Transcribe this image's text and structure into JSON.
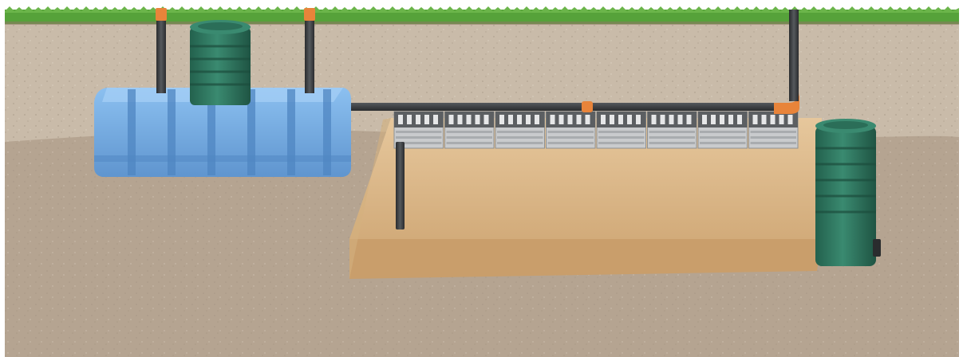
{
  "scene": {
    "components": [
      {
        "id": "septic-tank",
        "color": "#79aee3"
      },
      {
        "id": "tank-access-riser",
        "color": "#2f7a62"
      },
      {
        "id": "vent-pipe",
        "color": "#3a3d40",
        "cap_color": "#e8843a"
      },
      {
        "id": "infiltration-tunnels",
        "color": "#c9cbcd",
        "count": 8
      },
      {
        "id": "sand-filter-bed",
        "color": "#dcb789"
      },
      {
        "id": "inspection-well",
        "color": "#2f7a62"
      },
      {
        "id": "distribution-pipe",
        "color": "#3a3d40",
        "coupling_color": "#e8843a"
      }
    ],
    "colors": {
      "grass": "#56a23a",
      "topsoil": "#c9bba9",
      "subsoil": "#b5a491",
      "sand": "#dcb789",
      "sky": "#ffffff"
    }
  }
}
